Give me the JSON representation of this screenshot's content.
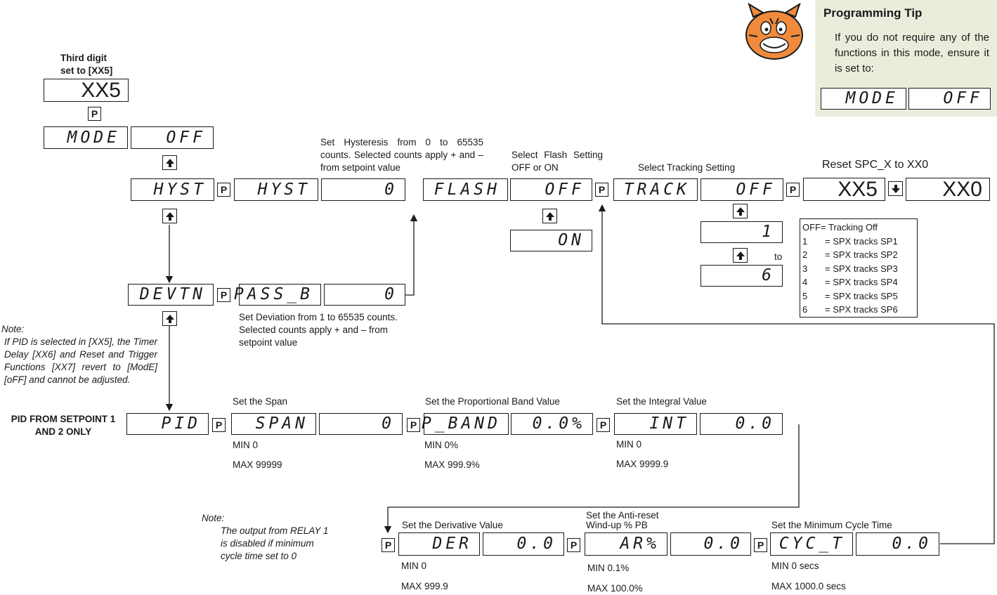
{
  "header": {
    "third_digit_label": "Third digit set to [XX5]",
    "tip_title": "Programming Tip",
    "tip_text": "If you do not require any of the functions in this mode, ensure it is set to:"
  },
  "displays": {
    "xx5": "XX5",
    "mode": "MODE",
    "off": "OFF",
    "hyst": "HYST",
    "zero": "0",
    "flash": "FLASH",
    "on": "ON",
    "track": "TRACK",
    "one": "1",
    "six": "6",
    "xx0": "XX0",
    "devtn": "DEVTN",
    "pass_b": "PASS_B",
    "pid": "PID",
    "span": "SPAN",
    "p_band": "P_BAND",
    "p_band_val": "0.0%",
    "int": "INT",
    "zero_dec": "0.0",
    "der": "DER",
    "ar": "AR%",
    "cyc_t": "CYC_T"
  },
  "keys": {
    "p": "P"
  },
  "labels": {
    "set_hyst": "Set Hysteresis from 0 to 65535 counts. Selected counts apply + and – from setpoint value",
    "select_flash": "Select Flash Setting OFF or ON",
    "select_tracking": "Select Tracking Setting",
    "reset_spc": "Reset SPC_X to XX0",
    "to": "to",
    "set_deviation": "Set Deviation from 1 to 65535 counts. Selected counts apply + and – from setpoint value",
    "note1_title": "Note:",
    "note1_body": "If PID is selected in [XX5], the Timer Delay [XX6] and Reset and Trigger Functions [XX7] revert to [ModE][oFF] and cannot be adjusted.",
    "pid_from": "PID FROM SETPOINT 1 AND 2 ONLY",
    "set_span": "Set the Span",
    "span_min": "MIN 0",
    "span_max": "MAX 99999",
    "set_pband": "Set the Proportional Band Value",
    "pband_min": "MIN 0%",
    "pband_max": "MAX 999.9%",
    "set_int": "Set the Integral Value",
    "int_min": "MIN 0",
    "int_max": "MAX 9999.9",
    "note2_title": "Note:",
    "note2_body": "The output from RELAY 1 is disabled if minimum cycle time set to 0",
    "set_der": "Set the Derivative Value",
    "der_min": "MIN 0",
    "der_max": "MAX 999.9",
    "set_ar": "Set the Anti-reset Wind-up % PB",
    "ar_min": "MIN 0.1%",
    "ar_max": "MAX 100.0%",
    "set_cyc": "Set the Minimum Cycle Time",
    "cyc_min": "MIN 0 secs",
    "cyc_max": "MAX 1000.0 secs"
  },
  "tracking_legend": [
    {
      "key": "OFF",
      "text": "= Tracking Off"
    },
    {
      "key": "1",
      "text": "= SPX tracks SP1"
    },
    {
      "key": "2",
      "text": "= SPX tracks SP2"
    },
    {
      "key": "3",
      "text": "= SPX tracks SP3"
    },
    {
      "key": "4",
      "text": "= SPX tracks SP4"
    },
    {
      "key": "5",
      "text": "= SPX tracks SP5"
    },
    {
      "key": "6",
      "text": "= SPX tracks SP6"
    }
  ],
  "colors": {
    "tip_bg": "#e9eedc",
    "tiger": "#f08a3c"
  },
  "icons": {
    "up_key": "up-arrow-icon",
    "down_key": "down-arrow-icon",
    "mascot": "tiger-mascot-icon"
  }
}
